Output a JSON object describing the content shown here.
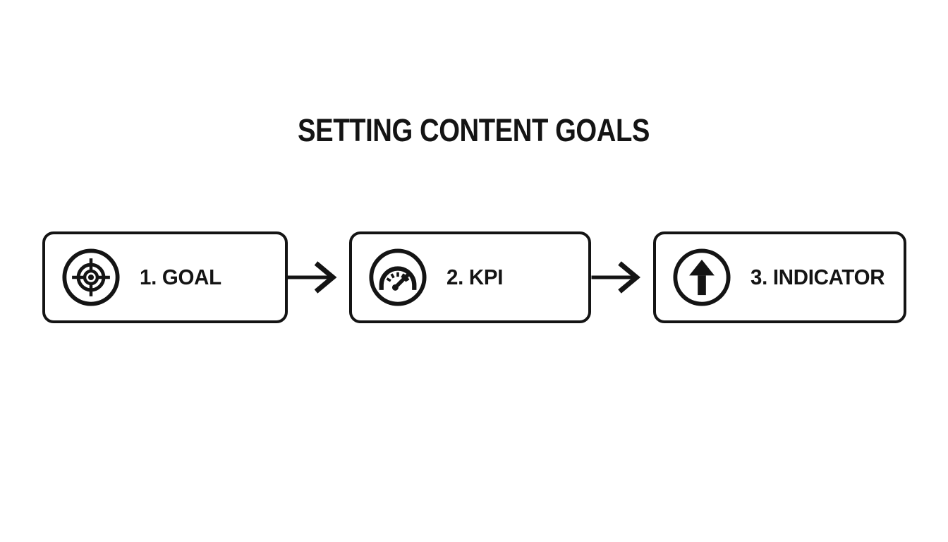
{
  "title": "SETTING CONTENT GOALS",
  "colors": {
    "ink": "#141414",
    "background": "#ffffff"
  },
  "steps": [
    {
      "label": "1. GOAL",
      "icon": "target-icon"
    },
    {
      "label": "2. KPI",
      "icon": "gauge-icon"
    },
    {
      "label": "3. INDICATOR",
      "icon": "arrow-up-icon"
    }
  ],
  "connector_icon": "arrow-right-icon"
}
